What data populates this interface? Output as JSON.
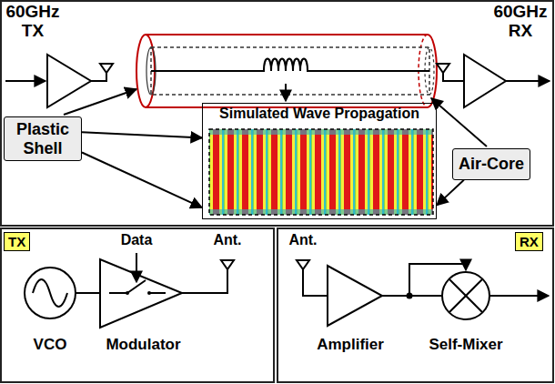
{
  "diagram": {
    "nodes": [
      {
        "text": [
          "Plastic Shell"
        ]
      },
      {
        "text": [
          "Simulated Wave Propagation"
        ]
      },
      {
        "text": [
          "Air-Core"
        ]
      },
      {
        "text": [
          "TX"
        ]
      },
      {
        "text": [
          "RX"
        ]
      }
    ],
    "edges": [
      {
        "from": 0,
        "to": 1,
        "arrow": "to"
      },
      {
        "from": 0,
        "to": 1,
        "arrow": "to"
      },
      {
        "from": 2,
        "to": 1,
        "arrow": "to"
      }
    ],
    "labels": [
      "60GHz TX",
      "60GHz RX",
      "Data",
      "Ant.",
      "VCO",
      "Modulator",
      "Ant.",
      "Amplifier",
      "Self-Mixer"
    ]
  }
}
